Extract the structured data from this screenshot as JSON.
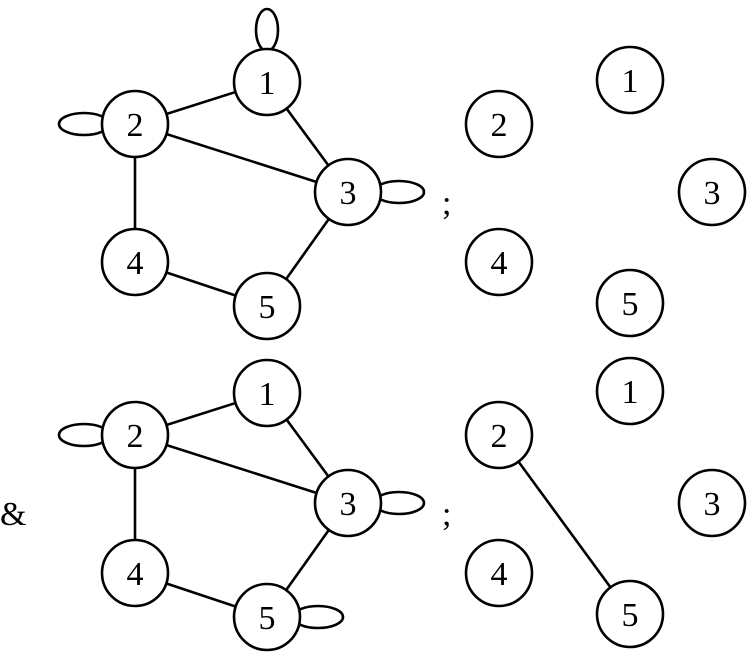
{
  "rows": [
    {
      "prefix": "",
      "separator": ";",
      "left_graph": {
        "nodes": [
          "1",
          "2",
          "3",
          "4",
          "5"
        ],
        "edges": [
          [
            "1",
            "2"
          ],
          [
            "1",
            "3"
          ],
          [
            "2",
            "3"
          ],
          [
            "2",
            "4"
          ],
          [
            "3",
            "5"
          ],
          [
            "4",
            "5"
          ]
        ],
        "loops": [
          "1",
          "2",
          "3"
        ]
      },
      "right_graph": {
        "nodes": [
          "1",
          "2",
          "3",
          "4",
          "5"
        ],
        "edges": [],
        "loops": []
      }
    },
    {
      "prefix": "&",
      "separator": ";",
      "left_graph": {
        "nodes": [
          "1",
          "2",
          "3",
          "4",
          "5"
        ],
        "edges": [
          [
            "1",
            "2"
          ],
          [
            "1",
            "3"
          ],
          [
            "2",
            "3"
          ],
          [
            "2",
            "4"
          ],
          [
            "3",
            "5"
          ],
          [
            "4",
            "5"
          ]
        ],
        "loops": [
          "2",
          "3",
          "5"
        ]
      },
      "right_graph": {
        "nodes": [
          "1",
          "2",
          "3",
          "4",
          "5"
        ],
        "edges": [
          [
            "2",
            "5"
          ]
        ],
        "loops": []
      }
    }
  ]
}
